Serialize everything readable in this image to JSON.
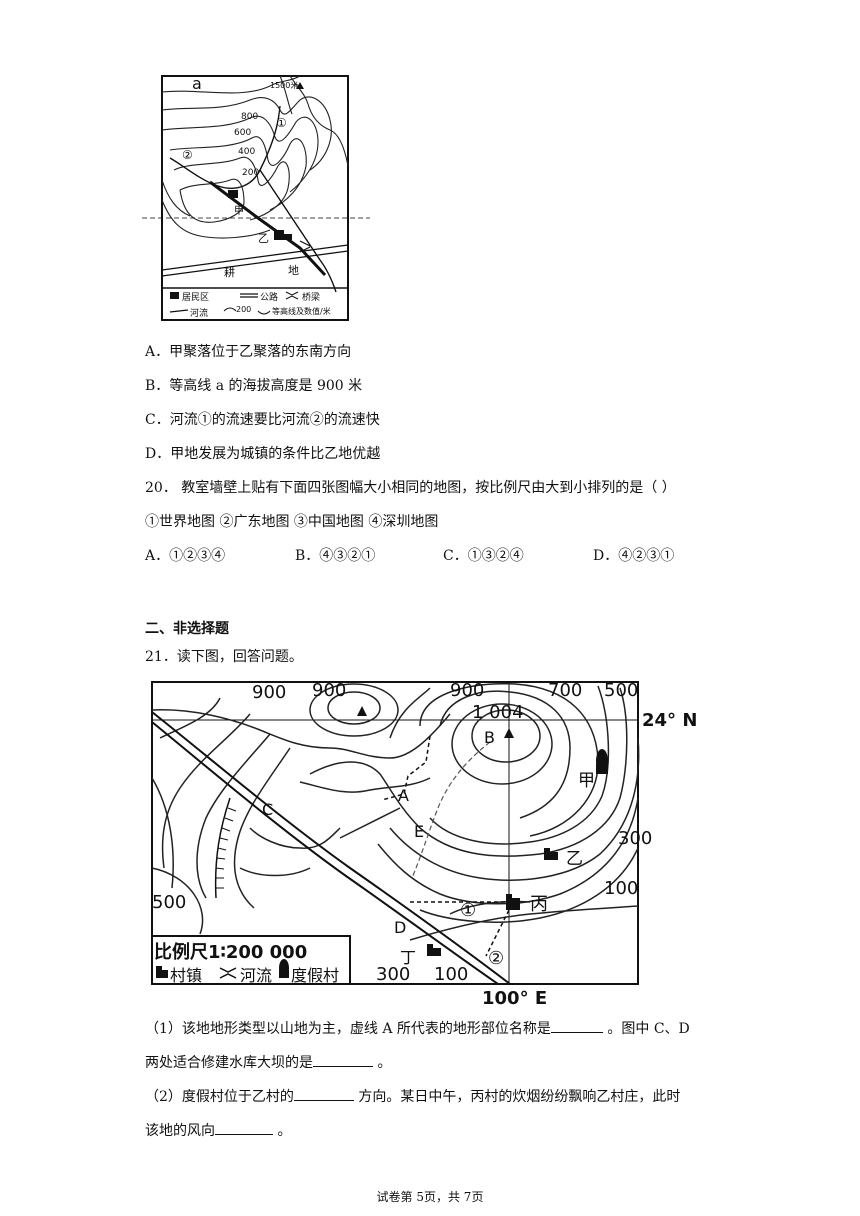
{
  "map1": {
    "label_a": "a",
    "peak": "1500米",
    "c800": "800",
    "c600": "600",
    "c400": "400",
    "c200": "200",
    "river1": "①",
    "river2": "②",
    "jia": "甲",
    "yi": "乙",
    "farmland_left": "耕",
    "farmland_right": "地",
    "legend": {
      "settlement": "居民区",
      "road": "公路",
      "bridge": "桥梁",
      "river": "河流",
      "contour_value": "200",
      "contour": "等高线及数值/米"
    }
  },
  "q19_options": [
    "A．甲聚落位于乙聚落的东南方向",
    "B．等高线 a 的海拔高度是 900 米",
    "C．河流①的流速要比河流②的流速快",
    "D．甲地发展为城镇的条件比乙地优越"
  ],
  "q20": {
    "stem": "20．  教室墙壁上贴有下面四张图幅大小相同的地图，按比例尺由大到小排列的是（     ）",
    "items": "①世界地图     ②广东地图     ③中国地图     ④深圳地图",
    "options": [
      "A．①②③④",
      "B．④③②①",
      "C．①③②④",
      "D．④②③①"
    ]
  },
  "section2": "二、非选择题",
  "q21": {
    "stem": "21．读下图，回答问题。",
    "map": {
      "c900a": "900",
      "c900b": "900",
      "c900c": "900",
      "c700": "700",
      "c500a": "500",
      "peak": "1 004",
      "lat": "24° N",
      "B": "B",
      "A": "A",
      "C": "C",
      "E": "E",
      "D": "D",
      "jia": "甲",
      "yi": "乙",
      "bing": "丙",
      "ding": "丁",
      "c300a": "300",
      "c100a": "100",
      "c500b": "500",
      "r1": "①",
      "r2": "②",
      "c300b": "300",
      "c100b": "100",
      "lon": "100° E",
      "scale": "比例尺1∶200 000",
      "leg_village": "村镇",
      "leg_river": "河流",
      "leg_resort": "度假村"
    },
    "p1_line1a": "（1）该地地形类型以山地为主，虚线 A 所代表的地形部位名称是",
    "p1_line1b": "。图中 C、D",
    "p1_line2a": "两处适合修建水库大坝的是",
    "p1_line2b": "。",
    "p2_line1a": "（2）度假村位于乙村的",
    "p2_line1b": "方向。某日中午，丙村的炊烟纷纷飘响乙村庄，此时",
    "p2_line2a": "该地的风向",
    "p2_line2b": "。"
  },
  "footer": "试卷第 5页，共 7页"
}
